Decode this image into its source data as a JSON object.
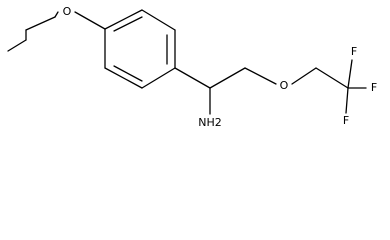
{
  "molecule": {
    "atoms": {
      "ether_oxygen_left": "O",
      "amine": "NH2",
      "ether_oxygen_right": "O",
      "fluorine_top": "F",
      "fluorine_right": "F",
      "fluorine_bottom": "F"
    }
  }
}
